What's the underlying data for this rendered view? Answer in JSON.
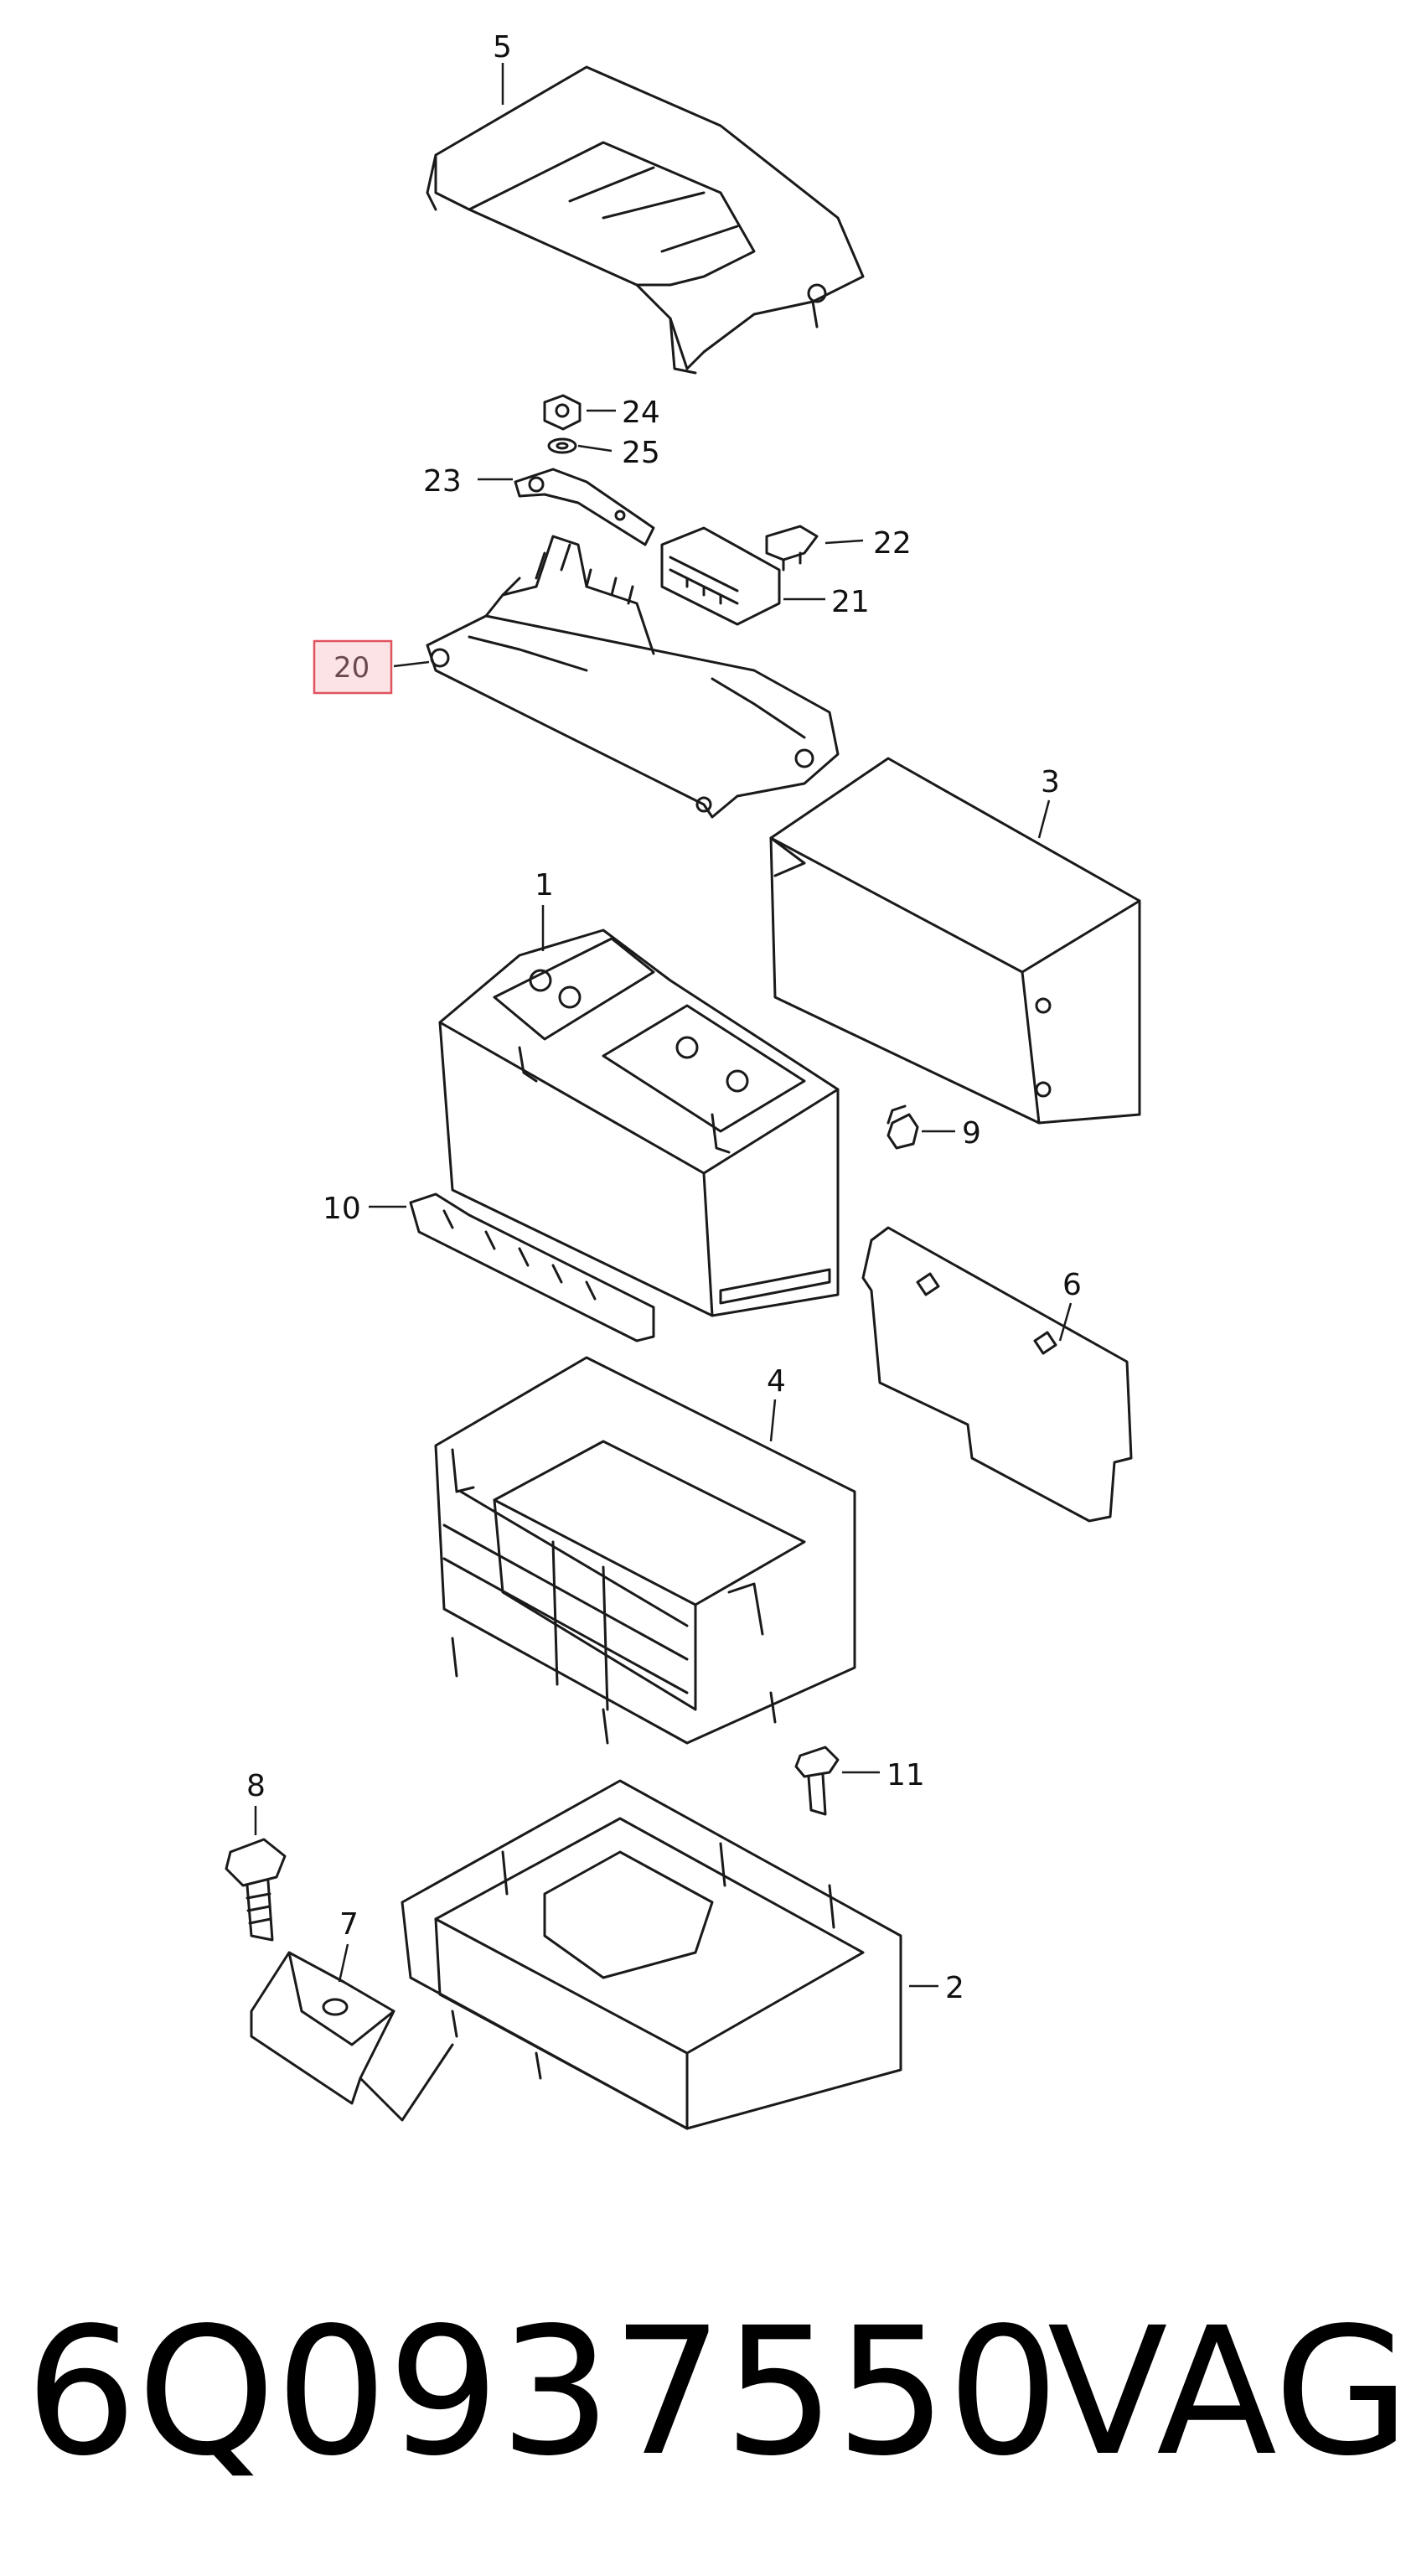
{
  "diagram": {
    "callouts": [
      {
        "id": "1",
        "text": "1"
      },
      {
        "id": "2",
        "text": "2"
      },
      {
        "id": "3",
        "text": "3"
      },
      {
        "id": "4",
        "text": "4"
      },
      {
        "id": "5",
        "text": "5"
      },
      {
        "id": "6",
        "text": "6"
      },
      {
        "id": "7",
        "text": "7"
      },
      {
        "id": "8",
        "text": "8"
      },
      {
        "id": "9",
        "text": "9"
      },
      {
        "id": "10",
        "text": "10"
      },
      {
        "id": "11",
        "text": "11"
      },
      {
        "id": "20",
        "text": "20",
        "highlighted": true
      },
      {
        "id": "21",
        "text": "21"
      },
      {
        "id": "22",
        "text": "22"
      },
      {
        "id": "23",
        "text": "23"
      },
      {
        "id": "24",
        "text": "24"
      },
      {
        "id": "25",
        "text": "25"
      }
    ],
    "highlight_color": "#e0535f"
  },
  "footer": {
    "part_number": "6Q0937550",
    "brand": "VAG"
  }
}
